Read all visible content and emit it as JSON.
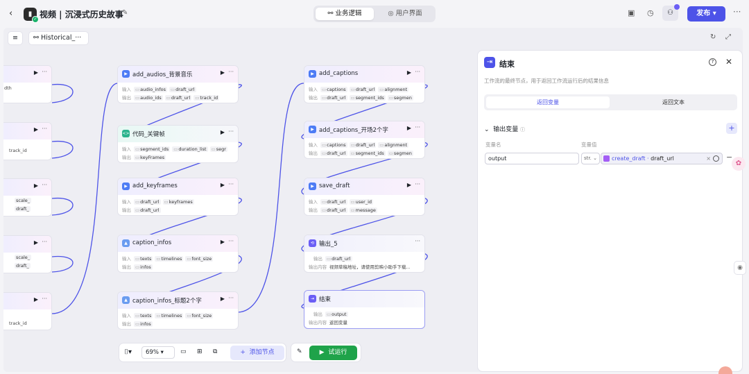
{
  "header": {
    "title": "视频 | 沉浸式历史故事",
    "tab_active": "业务逻辑",
    "tab_other": "用户界面",
    "publish": "发布"
  },
  "canvas": {
    "breadcrumb": "Historical_···",
    "zoom": "69%",
    "add_node": "添加节点",
    "run": "试运行"
  },
  "nodes": {
    "left": [
      {
        "r1": "dth"
      },
      {
        "r1": "track_id"
      },
      {
        "r1": "scale_",
        "r2": "draft_"
      },
      {
        "r1": "scale_",
        "r2": "draft_"
      },
      {
        "r1": "track_id"
      }
    ],
    "mid": [
      {
        "name": "add_audios_背景音乐",
        "in": [
          "audio_infos",
          "draft_url"
        ],
        "out": [
          "audio_ids",
          "draft_url",
          "track_id"
        ]
      },
      {
        "name": "代码_关键帧",
        "in": [
          "segment_ids",
          "duration_list",
          "segr"
        ],
        "out": [
          "keyFrames"
        ]
      },
      {
        "name": "add_keyframes",
        "in": [
          "draft_url",
          "keyframes"
        ],
        "out": [
          "draft_url"
        ]
      },
      {
        "name": "caption_infos",
        "in": [
          "texts",
          "timelines",
          "font_size"
        ],
        "out": [
          "infos"
        ]
      },
      {
        "name": "caption_infos_标题2个字",
        "in": [
          "texts",
          "timelines",
          "font_size"
        ],
        "out": [
          "infos"
        ]
      }
    ],
    "right": [
      {
        "name": "add_captions",
        "in": [
          "captions",
          "draft_url",
          "alignment"
        ],
        "out": [
          "draft_url",
          "segment_ids",
          "segmen"
        ]
      },
      {
        "name": "add_captions_开场2个字",
        "in": [
          "captions",
          "draft_url",
          "alignment"
        ],
        "out": [
          "draft_url",
          "segment_ids",
          "segmen"
        ]
      },
      {
        "name": "save_draft",
        "in": [
          "draft_url",
          "user_id"
        ],
        "out": [
          "draft_url",
          "message"
        ]
      },
      {
        "name": "输出_5",
        "in": [
          "draft_url"
        ],
        "content": "视频草稿地址，请使用剪映小助手下载..."
      },
      {
        "name": "结束",
        "in": [
          "output"
        ],
        "content": "返回变量"
      }
    ]
  },
  "labels": {
    "input": "输入",
    "output": "输出",
    "out_content": "输出内容"
  },
  "panel": {
    "title": "结束",
    "desc": "工作流的最终节点，用于返回工作流运行后的结果信息",
    "tab1": "返回变量",
    "tab2": "返回文本",
    "section": "输出变量",
    "col_name": "变量名",
    "col_value": "变量值",
    "var_name": "output",
    "var_type": "str.",
    "ref_node": "create_draft",
    "ref_var": "draft_url"
  },
  "colors": {
    "accent": "#4d53e8",
    "run": "#1fa34a"
  }
}
